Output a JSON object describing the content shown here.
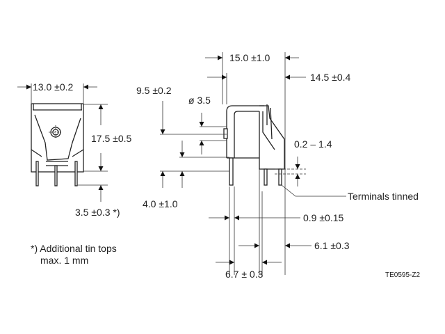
{
  "front_view": {
    "width_dim": "13.0 ±0.2",
    "height_dim": "17.5 ±0.5",
    "pin_dim": "3.5 ±0.3 *)"
  },
  "side_view": {
    "overall_dim": "15.0 ±1.0",
    "depth_dim": "14.5 ±0.4",
    "hole_height_dim": "9.5 ±0.2",
    "hole_dia_dim": "ø 3.5",
    "pin_length_dim": "4.0 ±1.0",
    "standoff_dim": "0.2 – 1.4",
    "terminals_note": "Terminals tinned",
    "pin_width_dim": "0.9 ±0.15",
    "pin_pitch_dim": "6.1 ±0.3",
    "pin_offset_dim": "6.7 ± 0.3"
  },
  "footnote": {
    "line1": "*) Additional tin tops",
    "line2": "max. 1 mm"
  },
  "drawing_code": "TE0595-Z2"
}
